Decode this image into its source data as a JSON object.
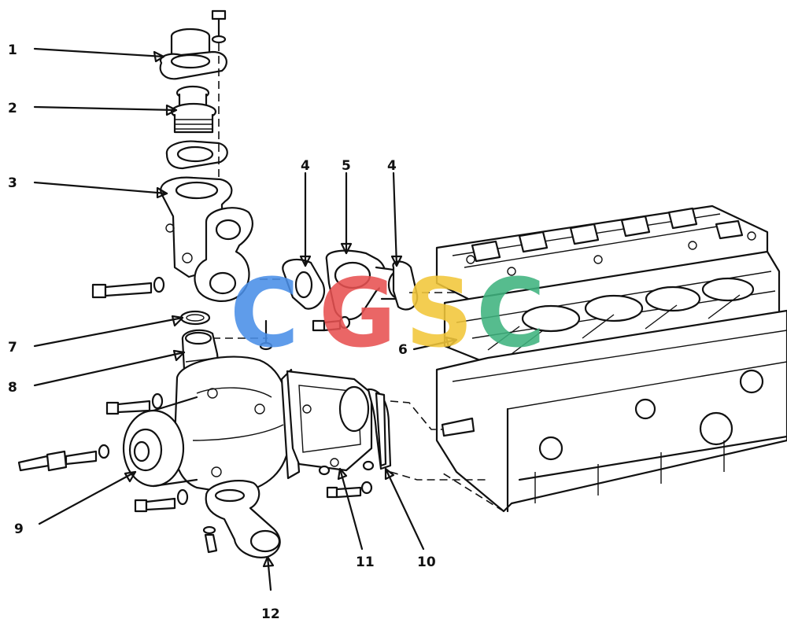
{
  "callouts": [
    {
      "label": "1"
    },
    {
      "label": "2"
    },
    {
      "label": "3"
    },
    {
      "label": "4"
    },
    {
      "label": "5"
    },
    {
      "label": "4"
    },
    {
      "label": "7"
    },
    {
      "label": "6"
    },
    {
      "label": "8"
    },
    {
      "label": "9"
    },
    {
      "label": "11"
    },
    {
      "label": "10"
    },
    {
      "label": "12"
    }
  ],
  "watermark": {
    "letters": [
      "C",
      "G",
      "S",
      "C"
    ],
    "colors": [
      "#4a8fe8",
      "#e85151",
      "#f2c73a",
      "#3fb37f"
    ]
  }
}
